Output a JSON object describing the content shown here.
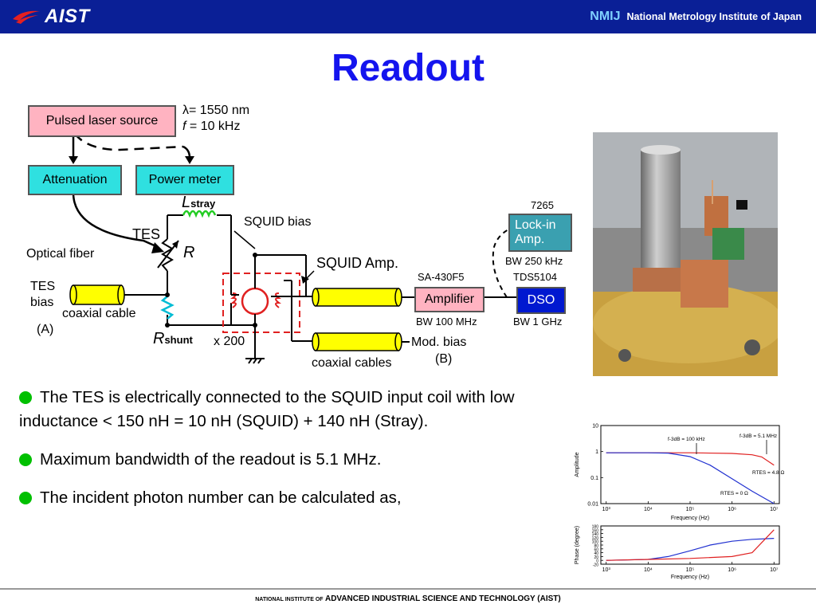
{
  "header": {
    "logo": "AIST",
    "nmij_logo": "NMIJ",
    "institute": "National Metrology Institute of Japan"
  },
  "title": "Readout",
  "diagram": {
    "pulsed_laser": "Pulsed laser source",
    "lambda": "λ= 1550 nm",
    "freq_f": "f",
    "freq_val": " = 10 kHz",
    "attenuation": "Attenuation",
    "power_meter": "Power meter",
    "optical_fiber": "Optical fiber",
    "tes": "TES",
    "r": "R",
    "l": "L",
    "stray": "stray",
    "squid_bias": "SQUID bias",
    "squid_amp": "SQUID Amp.",
    "tes_bias_1": "TES",
    "tes_bias_2": "bias",
    "coaxial_cable": "coaxial cable",
    "label_a": "(A)",
    "rshunt_r": "R",
    "rshunt_sub": "shunt",
    "x200": "x 200",
    "coaxial_cables": "coaxial cables",
    "mod_bias": "Mod. bias",
    "label_b": "(B)",
    "sa_model": "SA-430F5",
    "amplifier": "Amplifier",
    "bw_100": "BW 100 MHz",
    "model_7265": "7265",
    "lockin_1": "Lock-in",
    "lockin_2": "Amp.",
    "bw_250": "BW 250 kHz",
    "tds": "TDS5104",
    "dso": "DSO",
    "bw_1g": "BW 1 GHz"
  },
  "bullets": [
    "The TES is electrically connected to the SQUID input coil with low inductance < 150 nH = 10 nH (SQUID) + 140 nH (Stray).",
    "Maximum bandwidth of the readout is 5.1 MHz.",
    "The incident photon number can be calculated as,"
  ],
  "chart_data": [
    {
      "type": "line",
      "ylabel": "Amplitude",
      "xlabel": "Frequency (Hz)",
      "x_scale": "log",
      "y_scale": "log",
      "xlim": [
        1000,
        10000000
      ],
      "ylim": [
        0.01,
        10
      ],
      "x_ticks": [
        "10³",
        "10⁴",
        "10⁵",
        "10⁶",
        "10⁷"
      ],
      "y_ticks": [
        "10",
        "1",
        "0.1",
        "0.01"
      ],
      "annotations": [
        "f-3dB = 100 kHz",
        "f-3dB = 5.1 MHz",
        "RTES = 4.8 Ω",
        "RTES = 0 Ω"
      ],
      "series": [
        {
          "name": "RTES = 4.8 Ω",
          "color": "#e02020",
          "x": [
            1000,
            10000,
            100000,
            1000000,
            3000000,
            5100000,
            10000000
          ],
          "y": [
            0.9,
            0.9,
            0.9,
            0.85,
            0.75,
            0.62,
            0.3
          ]
        },
        {
          "name": "RTES = 0 Ω",
          "color": "#2030d0",
          "x": [
            1000,
            10000,
            30000,
            100000,
            300000,
            1000000,
            3000000,
            10000000
          ],
          "y": [
            0.9,
            0.9,
            0.87,
            0.64,
            0.3,
            0.09,
            0.03,
            0.01
          ]
        }
      ]
    },
    {
      "type": "line",
      "ylabel": "Phase (degree)",
      "xlabel": "Frequency (Hz)",
      "x_scale": "log",
      "xlim": [
        1000,
        10000000
      ],
      "ylim": [
        -20,
        180
      ],
      "y_ticks": [
        "180",
        "160",
        "140",
        "120",
        "100",
        "80",
        "60",
        "40",
        "20",
        "0",
        "-20"
      ],
      "x_ticks": [
        "10³",
        "10⁴",
        "10⁵",
        "10⁶",
        "10⁷"
      ],
      "series": [
        {
          "name": "",
          "color": "#2030d0",
          "x": [
            1000,
            10000,
            30000,
            100000,
            300000,
            1000000,
            3000000,
            10000000
          ],
          "y": [
            0,
            5,
            20,
            50,
            80,
            100,
            110,
            115
          ]
        },
        {
          "name": "",
          "color": "#e02020",
          "x": [
            1000,
            10000,
            100000,
            1000000,
            3000000,
            10000000
          ],
          "y": [
            0,
            5,
            10,
            20,
            40,
            160
          ]
        }
      ]
    }
  ],
  "footer": {
    "prefix": "NATIONAL INSTITUTE OF",
    "main": "ADVANCED INDUSTRIAL SCIENCE AND TECHNOLOGY (AIST)"
  }
}
